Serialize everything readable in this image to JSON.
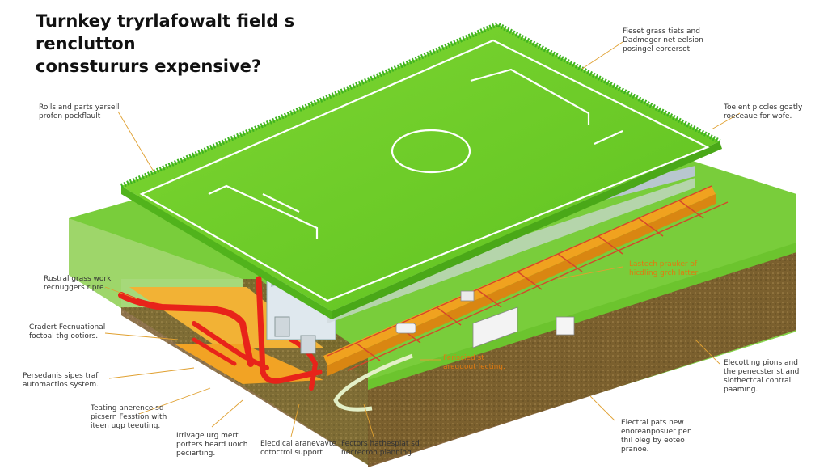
{
  "title": {
    "line1": "Turnkey tryrlafowalt field s renclutton",
    "line2": "consstururs expensive?"
  },
  "callouts": {
    "rolls": [
      "Rolls and parts yarsell",
      "profen pockflault"
    ],
    "rustral": [
      "Rustral grass work",
      "recnuggers ripre."
    ],
    "cradert": [
      "Cradert Fecnuational",
      "foctoal thg ootiors."
    ],
    "persedanis": [
      "Persedanis sipes traf",
      "automactios system."
    ],
    "teating": [
      "Teating anerence sd",
      "picsern Fesstion with",
      "iteen ugp teeuting."
    ],
    "irrivage": [
      "Irrivage urg mert",
      "porters heard uoich",
      "peciarting."
    ],
    "elecdual": [
      "Elecdical aranevavte",
      "cotoctrol support"
    ],
    "fectors": [
      "Fectors hathespiat sd",
      "necrecron planning"
    ],
    "fieset": [
      "Fieset grass tiets and",
      "Dadmeger net eelsion",
      "posingel eorcersot."
    ],
    "toe": [
      "Toe ent piccles goatly",
      "roeceaue for wofe."
    ],
    "lastech": [
      "Lastech prauker of",
      "hicdling grch latter"
    ],
    "feriscied": [
      "Feriscied st",
      "aregdout lecting."
    ],
    "elecoting": [
      "Elecotting pions and",
      "the penecster st and",
      "slothectcal contral",
      "paaming."
    ],
    "electral": [
      "Electral pats new",
      "enoreanposuer pen",
      "thil oleg by eoteo",
      "pranoe."
    ]
  },
  "colors": {
    "turf": "#6fcf2a",
    "grass_edge": "#3fb320",
    "soil": "#7a5a2c",
    "pipe": "#e8231a",
    "gravel": "#f2a324",
    "callout_orange": "#e07a10"
  }
}
